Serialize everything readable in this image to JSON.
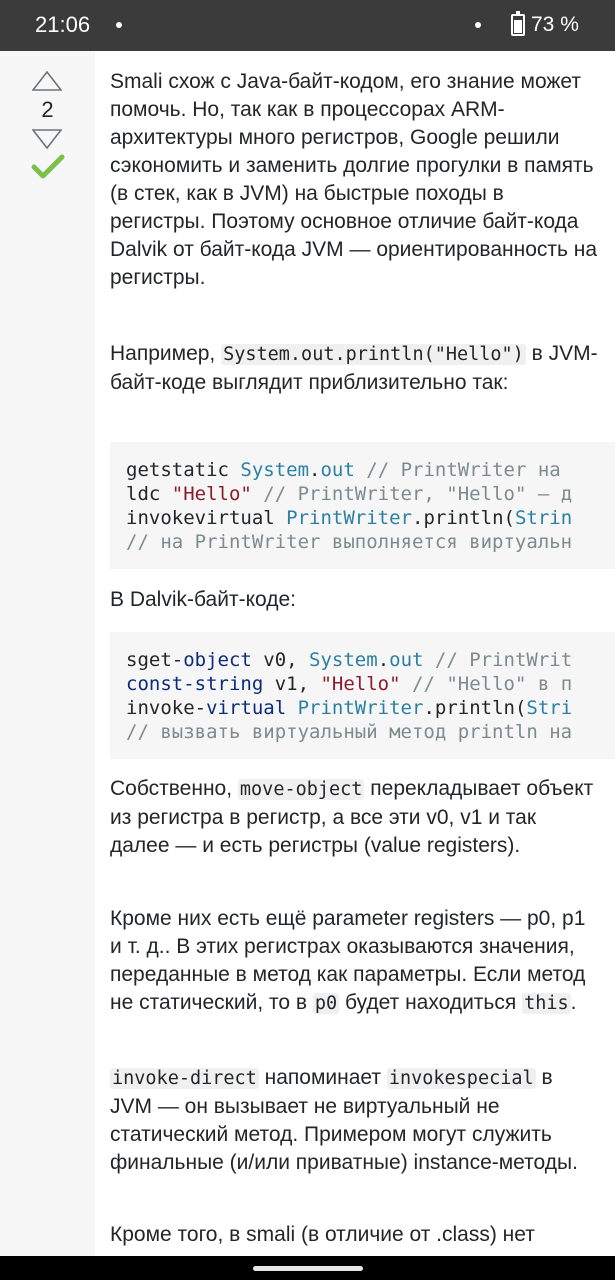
{
  "status_bar": {
    "time": "21:06",
    "battery": "73 %"
  },
  "vote": {
    "count": "2"
  },
  "answer": {
    "p1": "Smali схож с Java-байт-кодом, его знание может помочь. Но, так как в процессорах ARM-архитектуры много регистров, Google решили сэкономить и заменить долгие прогулки в память (в стек, как в JVM) на быстрые походы в регистры. Поэтому основное отличие байт-кода Dalvik от байт-кода JVM — ориентированность на регистры.",
    "p2_before": "Например, ",
    "p2_code": "System.out.println(\"Hello\")",
    "p2_after": " в JVM-байт-коде выглядит приблизительно так:",
    "jvm_code": {
      "l1_a": "getstatic ",
      "l1_b": "System",
      "l1_c": ".",
      "l1_d": "out",
      "l1_e": " // PrintWriter на",
      "l2_a": "ldc ",
      "l2_b": "\"Hello\"",
      "l2_c": " // PrintWriter, \"Hello\" — д",
      "l3_a": "invokevirtual ",
      "l3_b": "PrintWriter",
      "l3_c": ".println(",
      "l3_d": "Strin",
      "l4": "// на PrintWriter выполняется виртуальн"
    },
    "p3": "В Dalvik-байт-коде:",
    "dalvik_code": {
      "l1_a": "sget-",
      "l1_b": "object",
      "l1_c": " v0, ",
      "l1_d": "System",
      "l1_e": ".",
      "l1_f": "out",
      "l1_g": " // PrintWrit",
      "l2_a": "const-string",
      "l2_b": " v1, ",
      "l2_c": "\"Hello\"",
      "l2_d": " // \"Hello\" в п",
      "l3_a": "invoke-",
      "l3_b": "virtual",
      "l3_c": " ",
      "l3_d": "PrintWriter",
      "l3_e": ".println(",
      "l3_f": "Stri",
      "l4": "// вызвать виртуальный метод println на"
    },
    "p4_before": "Собственно, ",
    "p4_code": "move-object",
    "p4_after": " перекладывает объект из регистра в регистр, а все эти v0, v1 и так далее — и есть регистры (value registers).",
    "p5_a": "Кроме них есть ещё parameter registers — p0, p1 и т. д.. В этих регистрах оказываются значения, переданные в метод как параметры. Если метод не статический, то в ",
    "p5_code1": "p0",
    "p5_b": " будет находиться ",
    "p5_code2": "this",
    "p5_c": ".",
    "p6_code1": "invoke-direct",
    "p6_a": " напоминает ",
    "p6_code2": "invokespecial",
    "p6_b": " в JVM — он вызывает не виртуальный не статический метод. Примером могут служить финальные (и/или приватные) instance-методы.",
    "p7": "Кроме того, в smali (в отличие от .class) нет"
  }
}
